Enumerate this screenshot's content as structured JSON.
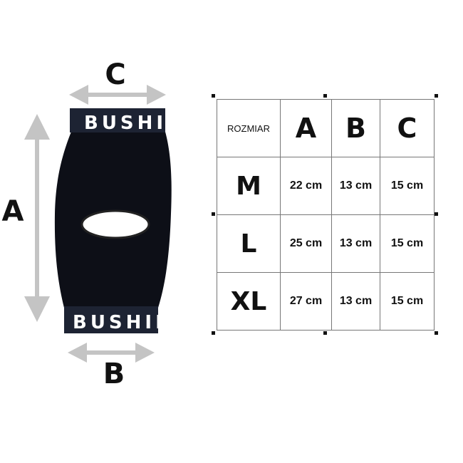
{
  "figure": {
    "brand_text": "BUSHIDO",
    "dimension_labels": {
      "a": "A",
      "b": "B",
      "c": "C"
    },
    "arrow_color": "#c4c4c4",
    "sleeve_color": "#0d0f17",
    "band_color": "#1d2333"
  },
  "size_table": {
    "header": [
      "ROZMIAR",
      "A",
      "B",
      "C"
    ],
    "rows": [
      {
        "size": "M",
        "a": "22 cm",
        "b": "13 cm",
        "c": "15 cm"
      },
      {
        "size": "L",
        "a": "25 cm",
        "b": "13 cm",
        "c": "15 cm"
      },
      {
        "size": "XL",
        "a": "27 cm",
        "b": "13 cm",
        "c": "15 cm"
      }
    ]
  }
}
